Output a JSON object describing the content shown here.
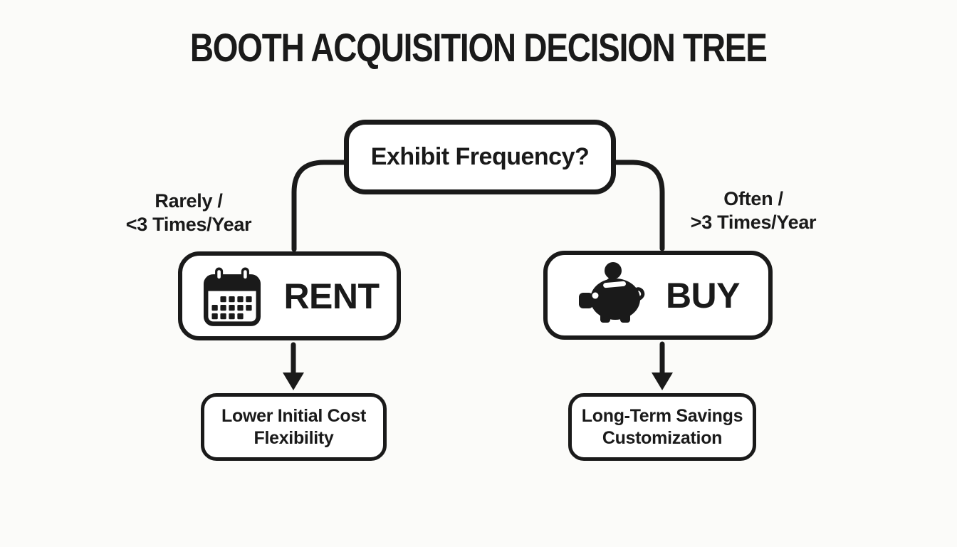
{
  "title": "BOOTH ACQUISITION DECISION TREE",
  "colors": {
    "ink": "#1a1a1a",
    "background": "#fbfbf9",
    "box_fill": "#ffffff"
  },
  "root": {
    "label": "Exhibit Frequency?"
  },
  "branches": {
    "left": {
      "condition_line1": "Rarely /",
      "condition_line2": "<3 Times/Year",
      "option": {
        "label": "RENT",
        "icon": "calendar-icon"
      },
      "outcome_line1": "Lower Initial Cost",
      "outcome_line2": "Flexibility"
    },
    "right": {
      "condition_line1": "Often /",
      "condition_line2": ">3 Times/Year",
      "option": {
        "label": "BUY",
        "icon": "piggy-bank-icon"
      },
      "outcome_line1": "Long-Term Savings",
      "outcome_line2": "Customization"
    }
  }
}
